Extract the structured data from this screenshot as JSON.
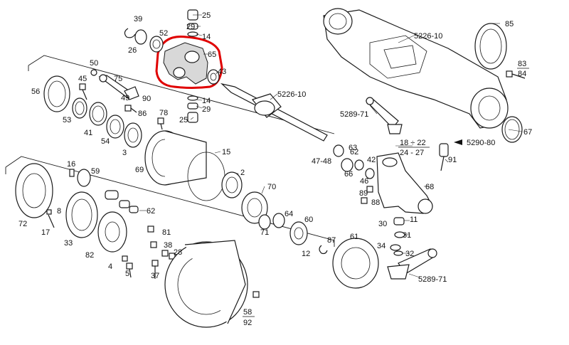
{
  "labels": {
    "l25a": "25",
    "l39": "39",
    "l29a": "29",
    "l14a": "14",
    "l26": "26",
    "l52": "52",
    "l65": "65",
    "l43": "43",
    "l5226a": "5226-10",
    "l85": "85",
    "l83": "83",
    "l84": "84",
    "l50": "50",
    "l45": "45",
    "l75": "75",
    "l56": "56",
    "l90": "90",
    "l49": "49",
    "l14b": "14",
    "l29b": "29",
    "l25b": "25",
    "l5226b": "5226-10",
    "l86": "86",
    "l78": "78",
    "l53": "53",
    "l41": "41",
    "l54": "54",
    "l3": "3",
    "l69": "69",
    "l15": "15",
    "l2": "2",
    "l5289a": "5289-71",
    "l67": "67",
    "l18": "18 ÷ 22",
    "l24": "24 - 27",
    "l5290": "5290-80",
    "l63": "63",
    "l47": "47-48",
    "l62a": "62",
    "l66": "66",
    "l42": "42",
    "l46": "46",
    "l91": "91",
    "l89": "89",
    "l88": "88",
    "l68": "68",
    "l16": "16",
    "l59": "59",
    "l70": "70",
    "l8": "8",
    "l72": "72",
    "l17": "17",
    "l62b": "62",
    "l64": "64",
    "l60": "60",
    "l11": "11",
    "l30": "30",
    "l71": "71",
    "l81": "81",
    "l33": "33",
    "l38": "38",
    "l87": "87",
    "l61": "61",
    "l31": "31",
    "l12": "12",
    "l34": "34",
    "l32": "32",
    "l82": "82",
    "l28": "28",
    "l4": "4",
    "l5": "5",
    "l37": "37",
    "l5289b": "5289-71",
    "l58": "58",
    "l92": "92"
  },
  "colors": {
    "highlight": "#e00000",
    "line": "#1a1a1a"
  }
}
